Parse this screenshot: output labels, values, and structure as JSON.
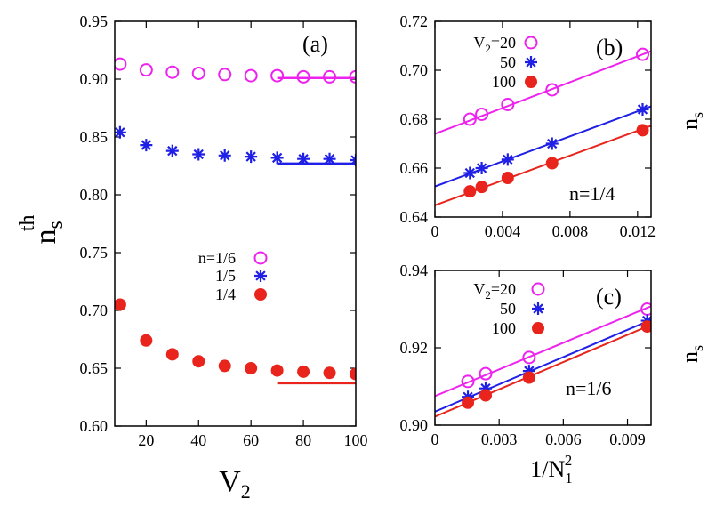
{
  "colors": {
    "magenta": "#ee22ee",
    "blue": "#1f1fe6",
    "red": "#e8241c"
  },
  "chart_data": [
    {
      "id": "a",
      "type": "scatter",
      "panel_label": "(a)",
      "xlabel": "V",
      "xlabel_sub": "2",
      "ylabel": "n",
      "ylabel_sub": "s",
      "ylabel_sup": "th",
      "xlim": [
        8,
        100
      ],
      "ylim": [
        0.6,
        0.95
      ],
      "xticks": [
        20,
        40,
        60,
        80,
        100
      ],
      "yticks": [
        0.6,
        0.65,
        0.7,
        0.75,
        0.8,
        0.85,
        0.9,
        0.95
      ],
      "ytick_labels": [
        "0.60",
        "0.65",
        "0.70",
        "0.75",
        "0.80",
        "0.85",
        "0.90",
        "0.95"
      ],
      "legend": {
        "placement": "center-right",
        "entries": [
          "n=1/6",
          "1/5",
          "1/4"
        ]
      },
      "series": [
        {
          "name": "n=1/6",
          "marker": "open-circle",
          "color": "#ee22ee",
          "x": [
            10,
            20,
            30,
            40,
            50,
            60,
            70,
            80,
            90,
            100
          ],
          "y": [
            0.913,
            0.908,
            0.906,
            0.905,
            0.904,
            0.903,
            0.903,
            0.902,
            0.902,
            0.902
          ],
          "limit_line": {
            "x": [
              70,
              100
            ],
            "y": 0.901
          }
        },
        {
          "name": "1/5",
          "marker": "asterisk",
          "color": "#1f1fe6",
          "x": [
            10,
            20,
            30,
            40,
            50,
            60,
            70,
            80,
            90,
            100
          ],
          "y": [
            0.854,
            0.843,
            0.838,
            0.835,
            0.834,
            0.833,
            0.832,
            0.831,
            0.831,
            0.83
          ],
          "limit_line": {
            "x": [
              70,
              100
            ],
            "y": 0.827
          }
        },
        {
          "name": "1/4",
          "marker": "filled-circle",
          "color": "#e8241c",
          "x": [
            10,
            20,
            30,
            40,
            50,
            60,
            70,
            80,
            90,
            100
          ],
          "y": [
            0.705,
            0.674,
            0.662,
            0.656,
            0.652,
            0.65,
            0.648,
            0.647,
            0.646,
            0.645
          ],
          "limit_line": {
            "x": [
              70,
              100
            ],
            "y": 0.637
          }
        }
      ]
    },
    {
      "id": "b",
      "type": "scatter",
      "panel_label": "(b)",
      "annotation": "n=1/4",
      "xlabel": "",
      "ylabel": "n",
      "ylabel_sub": "s",
      "xlim": [
        0,
        0.0128
      ],
      "ylim": [
        0.64,
        0.72
      ],
      "xticks": [
        0,
        0.004,
        0.008,
        0.012
      ],
      "xtick_labels": [
        "0",
        "0.004",
        "0.008",
        "0.012"
      ],
      "yticks": [
        0.64,
        0.66,
        0.68,
        0.7,
        0.72
      ],
      "ytick_labels": [
        "0.64",
        "0.66",
        "0.68",
        "0.70",
        "0.72"
      ],
      "legend": {
        "placement": "top-left",
        "entries": [
          "V2=20",
          "50",
          "100"
        ]
      },
      "series": [
        {
          "name": "V2=20",
          "marker": "open-circle",
          "color": "#ee22ee",
          "x": [
            0.00207,
            0.00277,
            0.00431,
            0.00694,
            0.0123
          ],
          "y": [
            0.68,
            0.682,
            0.686,
            0.692,
            0.7065
          ],
          "fit": {
            "intercept": 0.674,
            "slope": 2.64
          }
        },
        {
          "name": "50",
          "marker": "asterisk",
          "color": "#1f1fe6",
          "x": [
            0.00207,
            0.00277,
            0.00431,
            0.00694,
            0.0123
          ],
          "y": [
            0.658,
            0.66,
            0.6635,
            0.67,
            0.684
          ],
          "fit": {
            "intercept": 0.6525,
            "slope": 2.56
          }
        },
        {
          "name": "100",
          "marker": "filled-circle",
          "color": "#e8241c",
          "x": [
            0.00207,
            0.00277,
            0.00431,
            0.00694,
            0.0123
          ],
          "y": [
            0.6505,
            0.6523,
            0.656,
            0.662,
            0.6755
          ],
          "fit": {
            "intercept": 0.6448,
            "slope": 2.54
          }
        }
      ]
    },
    {
      "id": "c",
      "type": "scatter",
      "panel_label": "(c)",
      "annotation": "n=1/6",
      "xlabel": "1/N",
      "xlabel_sub": "1",
      "xlabel_sup": "2",
      "ylabel": "n",
      "ylabel_sub": "s",
      "xlim": [
        0,
        0.0101
      ],
      "ylim": [
        0.9,
        0.94
      ],
      "xticks": [
        0,
        0.003,
        0.006,
        0.009
      ],
      "xtick_labels": [
        "0",
        "0.003",
        "0.006",
        "0.009"
      ],
      "yticks": [
        0.9,
        0.92,
        0.94
      ],
      "ytick_labels": [
        "0.90",
        "0.92",
        "0.94"
      ],
      "legend": {
        "placement": "top-left",
        "entries": [
          "V2=20",
          "50",
          "100"
        ]
      },
      "series": [
        {
          "name": "V2=20",
          "marker": "open-circle",
          "color": "#ee22ee",
          "x": [
            0.00154,
            0.00237,
            0.0044,
            0.00992
          ],
          "y": [
            0.9113,
            0.9133,
            0.9175,
            0.93
          ],
          "fit": {
            "intercept": 0.9075,
            "slope": 2.3
          }
        },
        {
          "name": "50",
          "marker": "asterisk",
          "color": "#1f1fe6",
          "x": [
            0.00154,
            0.00237,
            0.0044,
            0.00992
          ],
          "y": [
            0.9073,
            0.9095,
            0.914,
            0.927
          ],
          "fit": {
            "intercept": 0.9035,
            "slope": 2.35
          }
        },
        {
          "name": "100",
          "marker": "filled-circle",
          "color": "#e8241c",
          "x": [
            0.00154,
            0.00237,
            0.0044,
            0.00992
          ],
          "y": [
            0.9058,
            0.9077,
            0.9123,
            0.9255
          ],
          "fit": {
            "intercept": 0.9022,
            "slope": 2.35
          }
        }
      ]
    }
  ]
}
